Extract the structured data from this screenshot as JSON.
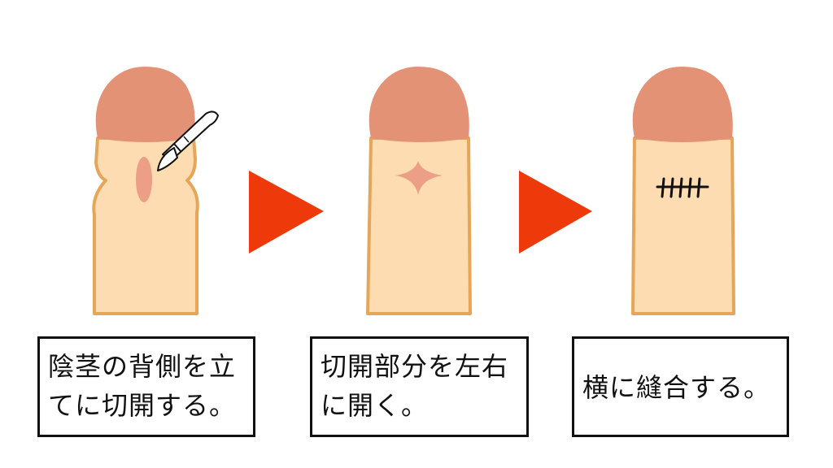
{
  "colors": {
    "glans": "#e39276",
    "shaft": "#fcdcb0",
    "outline": "#e5a65a",
    "wound": "#ec9e87",
    "arrow": "#ee3a0b",
    "suture": "#111111",
    "box_border": "#111111"
  },
  "steps": [
    {
      "illustration": "dorsal-incision-with-scalpel",
      "caption": "陰茎の背側を立てに切開する。"
    },
    {
      "illustration": "incision-spread-left-right",
      "caption": "切開部分を左右に開く。"
    },
    {
      "illustration": "horizontal-suture",
      "caption": "横に縫合する。"
    }
  ],
  "arrows": [
    {
      "icon": "arrow-right-triangle-icon"
    },
    {
      "icon": "arrow-right-triangle-icon"
    }
  ]
}
